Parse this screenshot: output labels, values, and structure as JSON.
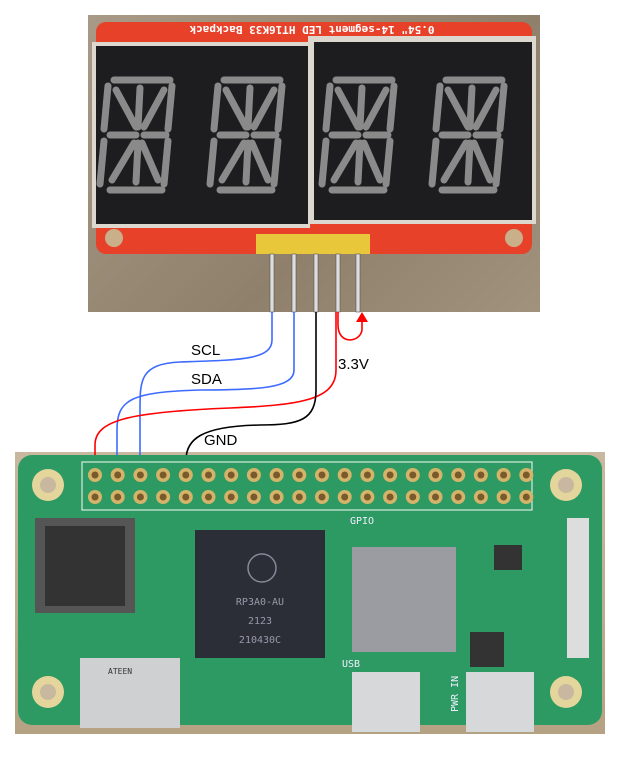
{
  "display_board": {
    "silkscreen": "0.54\" 14-segment LED HT16K33 Backpack",
    "digits": 4
  },
  "wires": [
    {
      "label": "SCL",
      "color": "#3d6bff"
    },
    {
      "label": "SDA",
      "color": "#3d6bff"
    },
    {
      "label": "3.3V",
      "color": "#ff0000"
    },
    {
      "label": "GND",
      "color": "#000000"
    }
  ],
  "pi_board": {
    "gpio_label": "GPIO",
    "chip_lines": [
      "RP3A0-AU",
      "2123",
      "210430C"
    ],
    "usb_label": "USB",
    "pwr_label": "PWR IN",
    "hdmi_text": "ATEEN"
  }
}
